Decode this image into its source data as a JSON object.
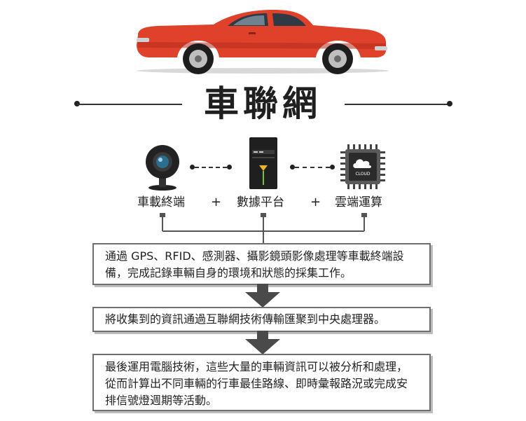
{
  "title": "車聯網",
  "nodes": [
    {
      "label": "車載終端",
      "icon": "camera-icon"
    },
    {
      "label": "數據平台",
      "icon": "server-tower-icon"
    },
    {
      "label": "雲端運算",
      "icon": "cloud-chip-icon"
    }
  ],
  "chip_text": "CLOUD",
  "plus": "+",
  "steps": [
    {
      "text": "通過 GPS、RFID、感測器、攝影鏡頭影像處理等車載終端設備，完成記錄車輛自身的環境和狀態的採集工作。"
    },
    {
      "text": "將收集到的資訊通過互聯網技術傳輸匯聚到中央處理器。"
    },
    {
      "text": "最後運用電腦技術，這些大量的車輛資訊可以被分析和處理，從而計算出不同車輛的行車最佳路線、即時彙報路況或完成安排信號燈週期等活動。"
    }
  ],
  "colors": {
    "car_body": "#e0412b",
    "car_dark": "#b12d1c",
    "arrow": "#4a4a4a",
    "box_border": "#6f6f6f"
  }
}
